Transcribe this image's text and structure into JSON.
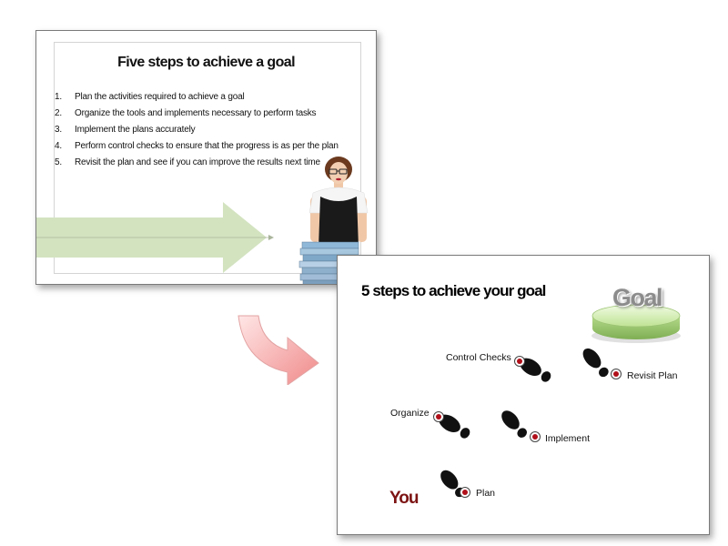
{
  "before_slide": {
    "title": "Five steps to achieve a goal",
    "steps": [
      {
        "num": "1.",
        "text": "Plan  the activities required to achieve a goal"
      },
      {
        "num": "2.",
        "text": "Organize the tools and implements necessary to perform tasks"
      },
      {
        "num": "3.",
        "text": "Implement the plans  accurately"
      },
      {
        "num": "4.",
        "text": "Perform control checks to ensure that the progress is as per the plan"
      },
      {
        "num": "5.",
        "text": "Revisit the plan and see if you can improve the results next time"
      }
    ]
  },
  "after_slide": {
    "title": "5 steps to achieve your goal",
    "goal_label": "Goal",
    "start_label": "You",
    "steps": {
      "plan": "Plan",
      "organize": "Organize",
      "implement": "Implement",
      "control_checks": "Control Checks",
      "revisit_plan": "Revisit Plan"
    }
  },
  "colors": {
    "arrow_green": "#d3e3c0",
    "transition_arrow": "#f4a0a0",
    "goal_podium": "#c7e8a2",
    "you_text": "#7d1414",
    "target_red": "#b0101a"
  }
}
